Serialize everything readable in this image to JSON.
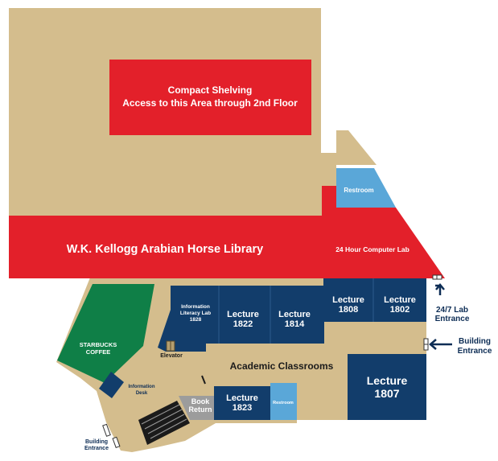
{
  "colors": {
    "floor": "#d4bd8d",
    "red": "#e3202a",
    "navy": "#123d6b",
    "light_blue": "#5aa7d8",
    "green": "#0f7f47",
    "gray": "#9c9c9c",
    "stairs": "#1b1b1b",
    "dark_text": "#0d2d55"
  },
  "labels": {
    "compact_shelving_line1": "Compact Shelving",
    "compact_shelving_line2": "Access to this Area through 2nd Floor",
    "restroom_upper": "Restroom",
    "kellogg_library": "W.K. Kellogg Arabian Horse Library",
    "computer_lab": "24 Hour Computer Lab",
    "info_lit_line1": "Information",
    "info_lit_line2": "Literacy Lab",
    "info_lit_line3": "1828",
    "lecture_1822_line1": "Lecture",
    "lecture_1822_line2": "1822",
    "lecture_1814_line1": "Lecture",
    "lecture_1814_line2": "1814",
    "lecture_1808_line1": "Lecture",
    "lecture_1808_line2": "1808",
    "lecture_1802_line1": "Lecture",
    "lecture_1802_line2": "1802",
    "lab_entrance_line1": "24/7 Lab",
    "lab_entrance_line2": "Entrance",
    "building_entrance_right_line1": "Building",
    "building_entrance_right_line2": "Entrance",
    "starbucks_line1": "STARBUCKS",
    "starbucks_line2": "COFFEE",
    "elevator": "Elevator",
    "academic_classrooms": "Academic Classrooms",
    "information_desk_line1": "Information",
    "information_desk_line2": "Desk",
    "book_return_line1": "Book",
    "book_return_line2": "Return",
    "lecture_1823_line1": "Lecture",
    "lecture_1823_line2": "1823",
    "restroom_lower": "Restroom",
    "lecture_1807_line1": "Lecture",
    "lecture_1807_line2": "1807",
    "building_entrance_left_line1": "Building",
    "building_entrance_left_line2": "Entrance"
  }
}
